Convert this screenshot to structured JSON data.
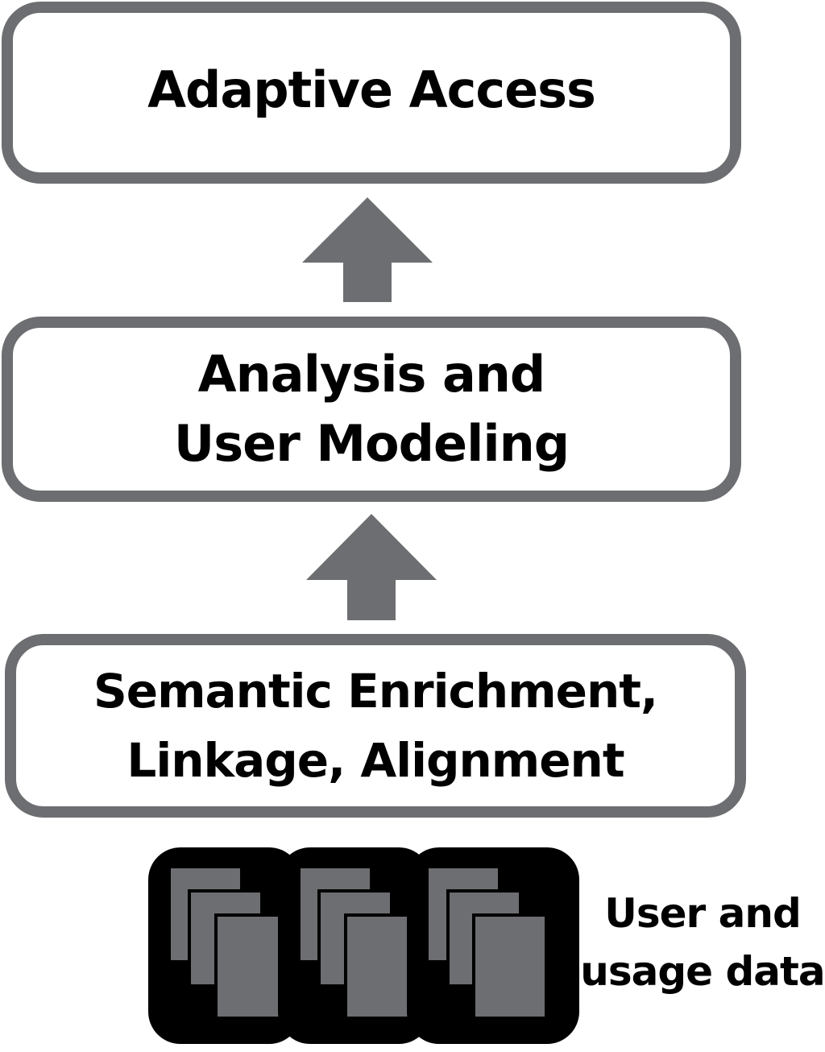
{
  "diagram": {
    "top_box": {
      "title": "Adaptive Access"
    },
    "middle_box": {
      "line1": "Analysis and",
      "line2": "User Modeling"
    },
    "bottom_box": {
      "line1": "Semantic Enrichment,",
      "line2": "Linkage, Alignment"
    },
    "data_label": {
      "line1": "User and",
      "line2": "usage data"
    },
    "colors": {
      "border": "#6d6e71",
      "arrow": "#6d6e71",
      "doc_fill": "#6d6e71",
      "doc_outline": "#000000",
      "text": "#000000"
    },
    "icons": [
      "up-arrow-icon",
      "document-stack-icon"
    ]
  }
}
